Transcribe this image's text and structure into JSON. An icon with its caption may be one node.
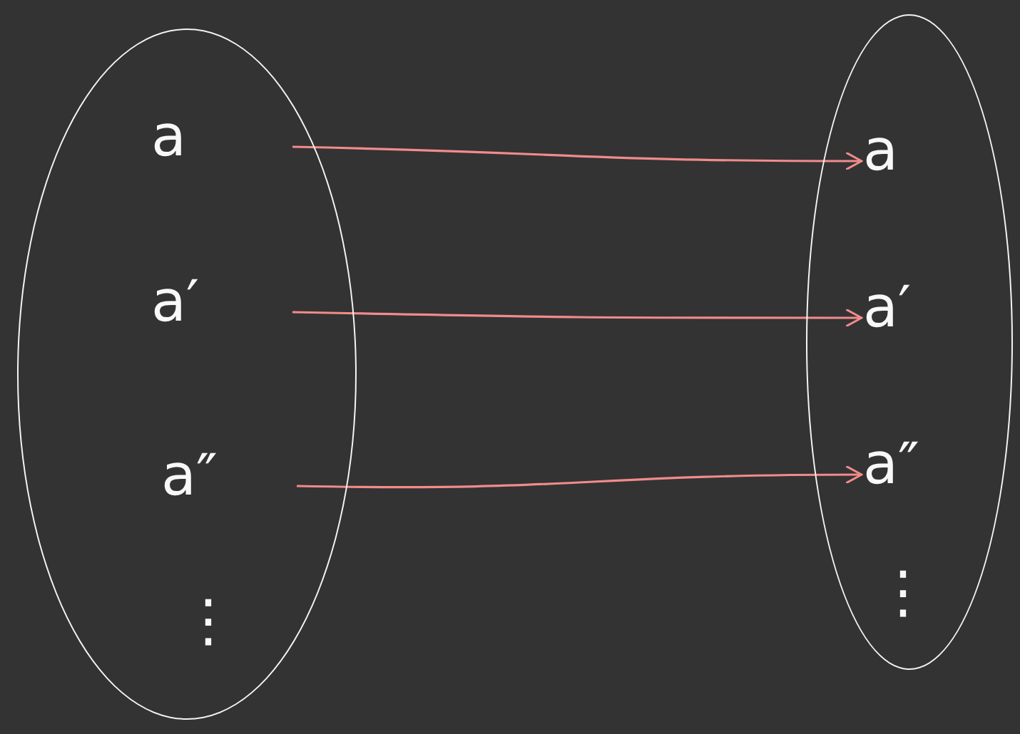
{
  "diagram": {
    "nodes": [
      {
        "text": [],
        "shape": "ellipse"
      },
      {
        "text": [
          "a"
        ],
        "in": 0
      },
      {
        "text": [
          "a′"
        ],
        "in": 0
      },
      {
        "text": [
          "a″"
        ],
        "in": 0
      },
      {
        "text": [
          "⋮"
        ],
        "in": 0
      },
      {
        "text": [],
        "shape": "ellipse"
      },
      {
        "text": [
          "a"
        ],
        "in": 5
      },
      {
        "text": [
          "a′"
        ],
        "in": 5
      },
      {
        "text": [
          "a″"
        ],
        "in": 5
      },
      {
        "text": [
          "⋮"
        ],
        "in": 5
      }
    ],
    "edges": [
      {
        "from": 1,
        "to": 6,
        "arrow": "to"
      },
      {
        "from": 2,
        "to": 7,
        "arrow": "to"
      },
      {
        "from": 3,
        "to": 8,
        "arrow": "to"
      }
    ]
  }
}
